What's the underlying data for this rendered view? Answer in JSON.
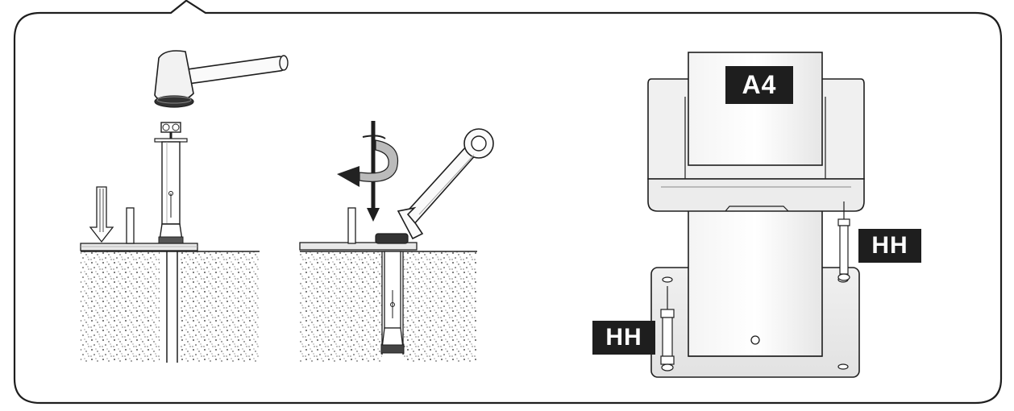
{
  "labels": {
    "part_a4": "A4",
    "part_hh_right": "HH",
    "part_hh_left": "HH"
  },
  "steps": [
    {
      "name": "hammer-anchor-into-hole"
    },
    {
      "name": "tighten-nut-with-wrench"
    }
  ],
  "colors": {
    "line": "#1e1e1e",
    "label_bg": "#1e1e1e",
    "label_text": "#ffffff",
    "frame": "#1e1e1e",
    "metal_light": "#eeeeee",
    "metal_mid": "#d8d8d8"
  }
}
